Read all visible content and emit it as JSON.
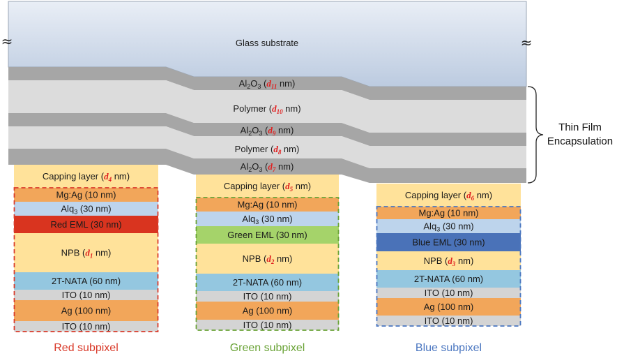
{
  "substrate": {
    "label": "Glass substrate",
    "break_mark": "≈"
  },
  "encapsulation": {
    "group_label_line1": "Thin Film",
    "group_label_line2": "Encapsulation",
    "layers": [
      {
        "base": "Al",
        "s1": "2",
        "mid": "O",
        "s2": "3",
        "open": " (",
        "d": "d",
        "dsub": "11",
        "close": " nm)"
      },
      {
        "base": "Polymer",
        "open": " (",
        "d": "d",
        "dsub": "10",
        "close": " nm)"
      },
      {
        "base": "Al",
        "s1": "2",
        "mid": "O",
        "s2": "3",
        "open": " (",
        "d": "d",
        "dsub": "9",
        "close": " nm)"
      },
      {
        "base": "Polymer",
        "open": " (",
        "d": "d",
        "dsub": "8",
        "close": " nm)"
      },
      {
        "base": "Al",
        "s1": "2",
        "mid": "O",
        "s2": "3",
        "open": " (",
        "d": "d",
        "dsub": "7",
        "close": " nm)"
      }
    ]
  },
  "colors": {
    "glass_top": "#e9eef6",
    "glass_bottom": "#bccbe0",
    "al2o3": "#a6a6a6",
    "polymer": "#dcdcdc",
    "capping": "#ffe29a",
    "mgag": "#f2a65a",
    "alq3": "#bdd4ec",
    "red_eml": "#d9341f",
    "green_eml": "#a5d36a",
    "blue_eml": "#4a72b8",
    "npb": "#ffe29a",
    "tnata": "#94c7e0",
    "ito": "#d4d4d4",
    "ag": "#f2a65a",
    "red_border": "#d93a2a",
    "green_border": "#6aa337",
    "blue_border": "#4a76c0"
  },
  "subpixels": [
    {
      "id": "red",
      "caption": "Red subpixel",
      "capping": {
        "pre": "Capping layer (",
        "d": "d",
        "dsub": "4",
        "post": " nm)"
      },
      "mgag": "Mg:Ag (10 nm)",
      "alq3": {
        "pre": "Alq",
        "sub": "3",
        "post": " (30 nm)"
      },
      "eml": "Red EML (30 nm)",
      "npb": {
        "pre": "NPB (",
        "d": "d",
        "dsub": "1",
        "post": " nm)"
      },
      "tnata": "2T-NATA (60 nm)",
      "ito_top": "ITO (10 nm)",
      "ag": "Ag (100 nm)",
      "ito_bottom": "ITO (10 nm)"
    },
    {
      "id": "green",
      "caption": "Green subpixel",
      "capping": {
        "pre": "Capping layer (",
        "d": "d",
        "dsub": "5",
        "post": " nm)"
      },
      "mgag": "Mg:Ag (10 nm)",
      "alq3": {
        "pre": "Alq",
        "sub": "3",
        "post": " (30 nm)"
      },
      "eml": "Green EML (30 nm)",
      "npb": {
        "pre": "NPB (",
        "d": "d",
        "dsub": "2",
        "post": " nm)"
      },
      "tnata": "2T-NATA (60 nm)",
      "ito_top": "ITO (10 nm)",
      "ag": "Ag (100 nm)",
      "ito_bottom": "ITO (10 nm)"
    },
    {
      "id": "blue",
      "caption": "Blue subpixel",
      "capping": {
        "pre": "Capping layer (",
        "d": "d",
        "dsub": "6",
        "post": " nm)"
      },
      "mgag": "Mg:Ag (10 nm)",
      "alq3": {
        "pre": "Alq",
        "sub": "3",
        "post": " (30 nm)"
      },
      "eml": "Blue EML (30 nm)",
      "npb": {
        "pre": "NPB (",
        "d": "d",
        "dsub": "3",
        "post": " nm)"
      },
      "tnata": "2T-NATA (60 nm)",
      "ito_top": "ITO (10 nm)",
      "ag": "Ag (100 nm)",
      "ito_bottom": "ITO (10 nm)"
    }
  ]
}
